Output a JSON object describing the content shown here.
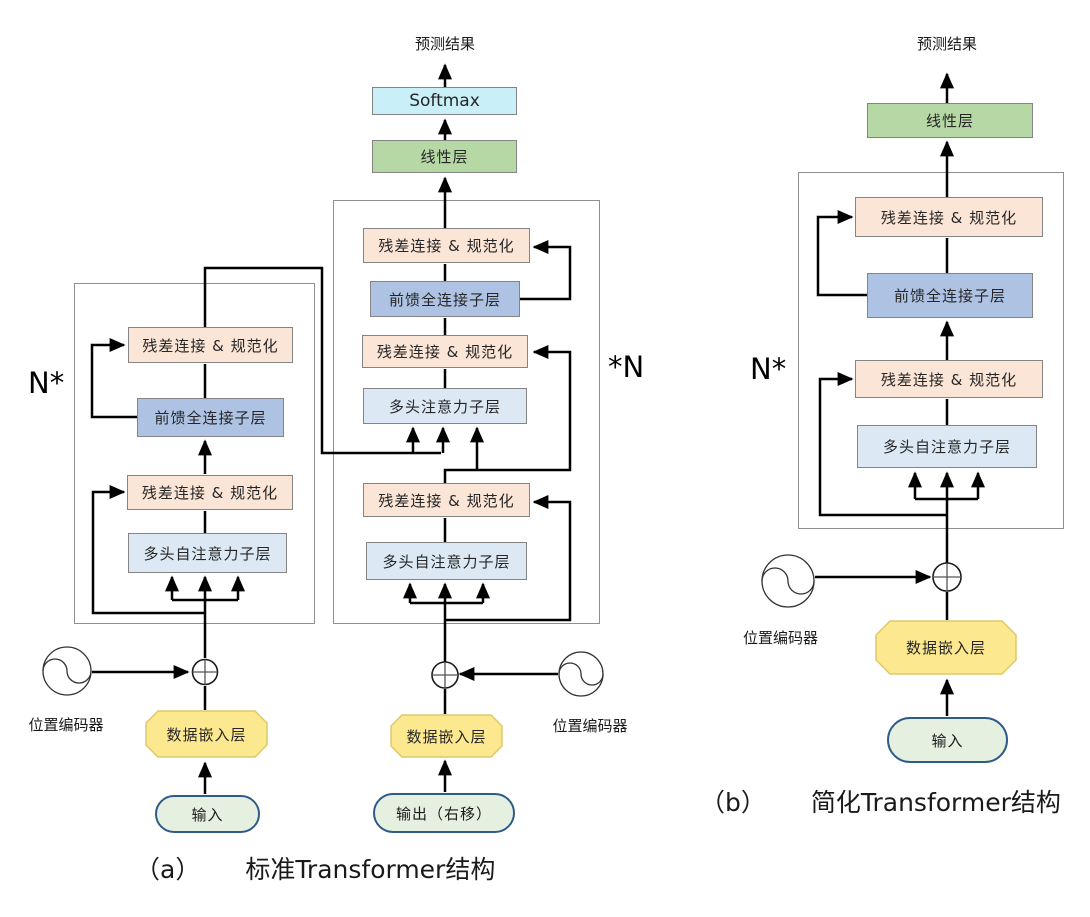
{
  "diagram_a": {
    "caption": {
      "prefix": "（a）",
      "title": "标准Transformer结构"
    },
    "encoder": {
      "repeat_label": "N*",
      "blocks": {
        "addnorm_top": "残差连接 & 规范化",
        "ffn": "前馈全连接子层",
        "addnorm_bottom": "残差连接 & 规范化",
        "self_attention": "多头自注意力子层"
      },
      "pos_encoder": "位置编码器",
      "embedding": "数据嵌入层",
      "input": "输入"
    },
    "decoder": {
      "repeat_label": "*N",
      "output_label": "预测结果",
      "softmax": "Softmax",
      "linear": "线性层",
      "blocks": {
        "addnorm_top": "残差连接 & 规范化",
        "ffn": "前馈全连接子层",
        "addnorm_mid": "残差连接 & 规范化",
        "cross_attention": "多头注意力子层",
        "addnorm_bottom": "残差连接 & 规范化",
        "self_attention": "多头自注意力子层"
      },
      "pos_encoder": "位置编码器",
      "embedding": "数据嵌入层",
      "input": "输出（右移）"
    }
  },
  "diagram_b": {
    "caption": {
      "prefix": "（b）",
      "title": "简化Transformer结构"
    },
    "repeat_label": "N*",
    "output_label": "预测结果",
    "linear": "线性层",
    "blocks": {
      "addnorm_top": "残差连接 & 规范化",
      "ffn": "前馈全连接子层",
      "addnorm_bottom": "残差连接 & 规范化",
      "self_attention": "多头自注意力子层"
    },
    "pos_encoder": "位置编码器",
    "embedding": "数据嵌入层",
    "input": "输入"
  },
  "colors": {
    "addnorm_fill": "#FBE5D6",
    "ffn_fill": "#AEC3E4",
    "attention_fill": "#DCE9F5",
    "softmax_fill": "#C9EFF8",
    "linear_fill": "#B6D8A5",
    "embedding_fill": "#FCE88E",
    "embedding_border": "#DFC86B",
    "io_fill": "#E6F0E1",
    "io_border": "#2E5B8A",
    "line": "#000000",
    "box_border": "#848484"
  }
}
